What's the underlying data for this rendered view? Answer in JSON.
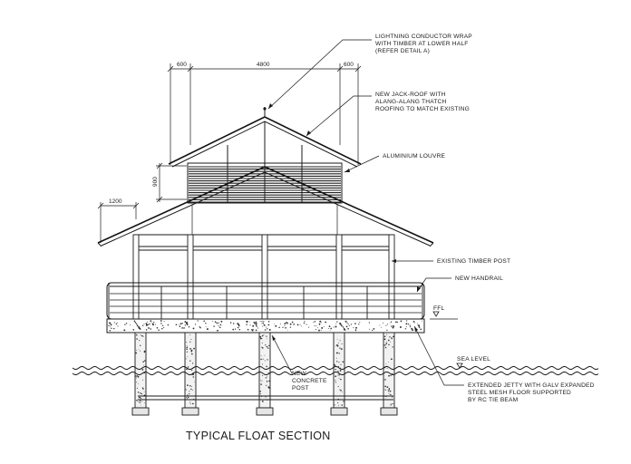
{
  "title": "TYPICAL FLOAT SECTION",
  "dimensions": {
    "left_eave": "600",
    "span": "4800",
    "right_eave": "600",
    "jack_roof_height": "900",
    "lower_eave": "1200"
  },
  "annotations": {
    "lightning": [
      "LIGHTNING CONDUCTOR WRAP",
      "WITH TIMBER AT LOWER HALF",
      "(REFER DETAIL A)"
    ],
    "jack_roof": [
      "NEW JACK-ROOF WITH",
      "ALANG-ALANG THATCH",
      "ROOFING TO MATCH EXISTING"
    ],
    "louvre": [
      "ALUMINIUM LOUVRE"
    ],
    "timber_post": [
      "EXISTING TIMBER POST"
    ],
    "handrail": [
      "NEW HANDRAIL"
    ],
    "ffl": [
      "FFL"
    ],
    "sea_level": [
      "SEA LEVEL"
    ],
    "jetty": [
      "EXTENDED JETTY WITH GALV EXPANDED",
      "STEEL MESH FLOOR SUPPORTED",
      "BY RC TIE BEAM"
    ],
    "concrete_post": [
      "NEW",
      "CONCRETE",
      "POST"
    ]
  }
}
